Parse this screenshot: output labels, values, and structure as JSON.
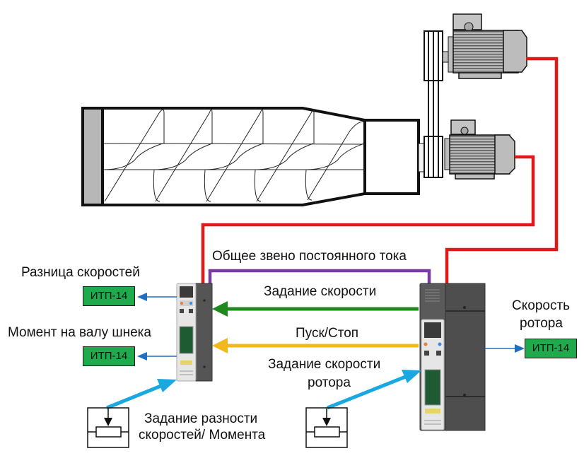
{
  "diagram": {
    "title": "",
    "labels": {
      "dc_link": "Общее звено постоянного тока",
      "speed_setpoint": "Задание скорости",
      "start_stop": "Пуск/Стоп",
      "rotor_speed_setpoint_line1": "Задание скорости",
      "rotor_speed_setpoint_line2": "ротора",
      "speed_difference": "Разница скоростей",
      "screw_shaft_torque": "Момент на валу шнека",
      "rotor_speed_line1": "Скорость",
      "rotor_speed_line2": "ротора",
      "diff_torque_setpoint_line1": "Задание разности",
      "diff_torque_setpoint_line2": "скоростей/ Момента"
    },
    "indicators": [
      {
        "id": "itp-speed-difference",
        "label": "ИТП-14"
      },
      {
        "id": "itp-screw-torque",
        "label": "ИТП-14"
      },
      {
        "id": "itp-rotor-speed",
        "label": "ИТП-14"
      }
    ],
    "components": {
      "screw_conveyor": "screw conveyor (decanter)",
      "motor_main": "main drive motor",
      "motor_back": "back drive motor",
      "drive_left": "frequency drive (small)",
      "drive_right": "frequency drive (large)",
      "pot_left": "potentiometer",
      "pot_right": "potentiometer"
    },
    "colors": {
      "power": "#e01818",
      "dc_link": "#7a3aa0",
      "speed_setpoint": "#1e8a1e",
      "start_stop": "#f2b91c",
      "analog_in": "#1aa8e0",
      "analog_out": "#1f6fc0",
      "indicator_fill": "#1faa4d"
    }
  }
}
